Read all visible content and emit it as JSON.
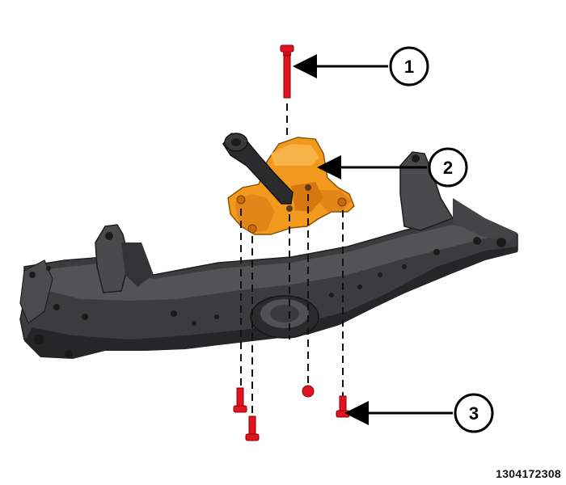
{
  "callouts": [
    {
      "number": "1"
    },
    {
      "number": "2"
    },
    {
      "number": "3"
    }
  ],
  "figure_id": "1304172308",
  "colors": {
    "bolt": "#e0141e",
    "mount": "#f29a1d",
    "crossmember": "#3a3a3c",
    "background": "#ffffff"
  }
}
